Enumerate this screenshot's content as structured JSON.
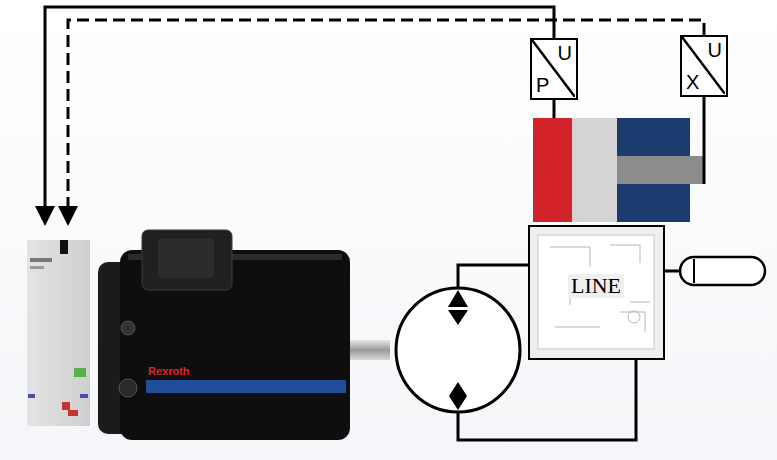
{
  "diagram": {
    "nodes": [
      {
        "text": [
          "U",
          "P"
        ]
      },
      {
        "text": [
          "U",
          "X"
        ]
      },
      {
        "text": [
          "Rexroth"
        ]
      },
      {
        "text": [
          "LINE"
        ]
      }
    ]
  }
}
